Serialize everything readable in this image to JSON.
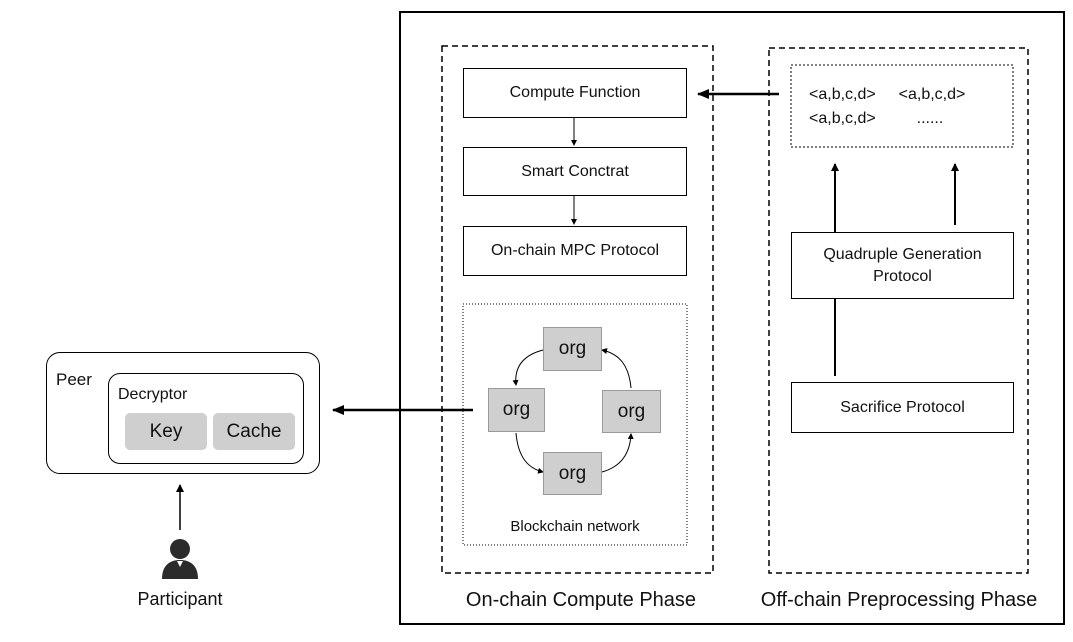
{
  "onchain": {
    "title": "On-chain Compute Phase",
    "compute_function": "Compute Function",
    "smart_contract": "Smart Conctrat",
    "mpc_protocol": "On-chain MPC Protocol",
    "network": {
      "label": "Blockchain network",
      "org_top": "org",
      "org_left": "org",
      "org_right": "org",
      "org_bottom": "org"
    }
  },
  "offchain": {
    "title": "Off-chain Preprocessing Phase",
    "quad_line1_a": "<a,b,c,d>",
    "quad_line1_b": "<a,b,c,d>",
    "quad_line2_a": "<a,b,c,d>",
    "quad_line2_b": "......",
    "quadruple_generation": "Quadruple Generation Protocol",
    "sacrifice": "Sacrifice Protocol"
  },
  "peer": {
    "label": "Peer",
    "decryptor": "Decryptor",
    "key": "Key",
    "cache": "Cache"
  },
  "participant": {
    "label": "Participant",
    "icon": "person-icon"
  }
}
